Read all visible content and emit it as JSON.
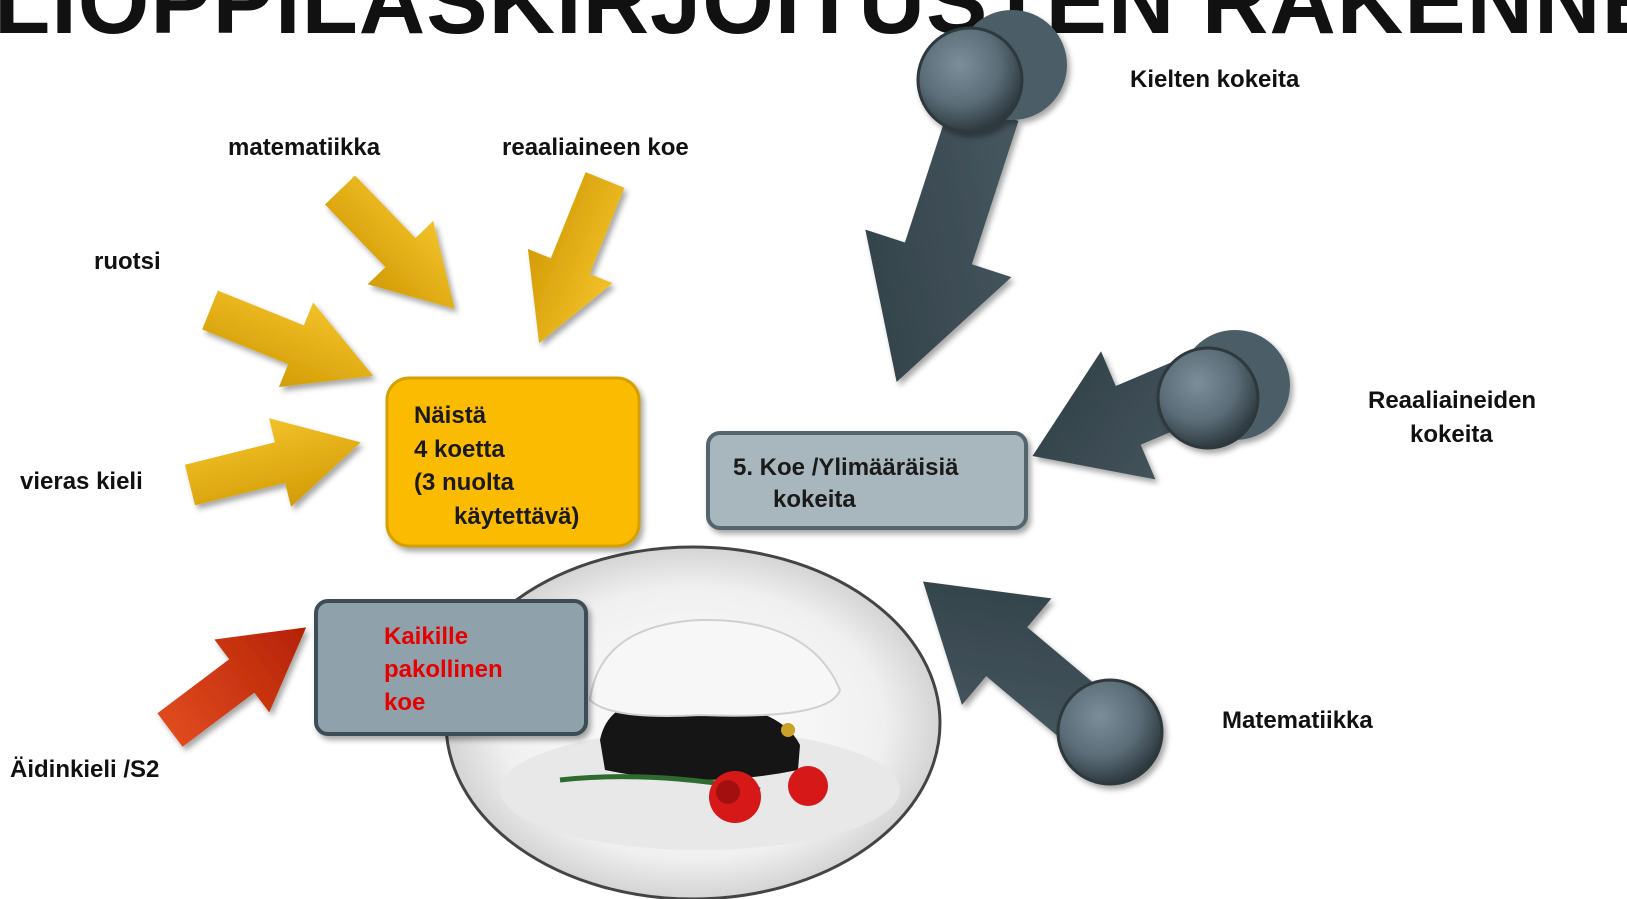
{
  "title": "LIOPPILASKIRJOITUSTEN RAKENNE",
  "colors": {
    "gold": "#e3aa08",
    "gold_box": "#fbbb00",
    "dark_slate": "#37474f",
    "red": "#c42a06",
    "grey_box": "#a8b6bd",
    "grey_box2": "#8fa1aa",
    "red_text": "#e60000"
  },
  "left_group": {
    "labels": {
      "matematiikka": "matematiikka",
      "reaaliaine": "reaaliaineen koe",
      "ruotsi": "ruotsi",
      "vieras_kieli": "vieras kieli"
    },
    "box_lines": [
      "Näistä",
      "4 koetta",
      "(3 nuolta",
      "käytettävä)"
    ]
  },
  "right_group": {
    "labels": {
      "kielten": "Kielten kokeita",
      "reaali_1": "Reaaliaineiden",
      "reaali_2": "kokeita",
      "matematiikka": "Matematiikka"
    },
    "box_lines": [
      "5. Koe /Ylimääräisiä",
      "kokeita"
    ]
  },
  "bottom_group": {
    "label": "Äidinkieli /S2",
    "box_lines": [
      "Kaikille",
      "pakollinen",
      "koe"
    ]
  },
  "icons": [
    "pushpin-icon",
    "pushpin-icon",
    "pushpin-icon",
    "graduation-cap-photo"
  ]
}
